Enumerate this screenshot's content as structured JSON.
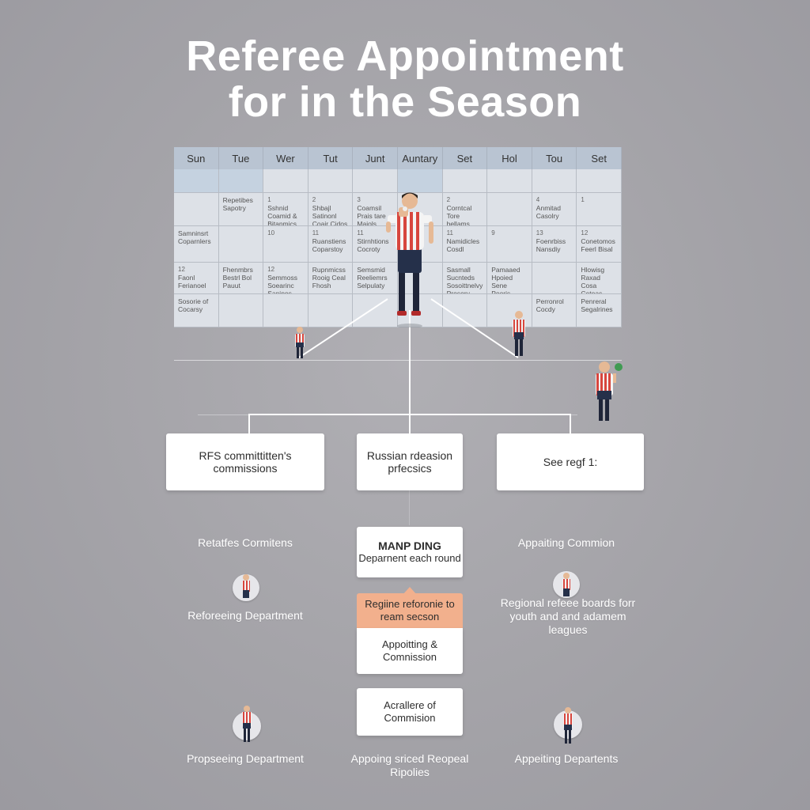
{
  "title": {
    "line1": "Referee Appointment",
    "line2": "for in the Season"
  },
  "calendar": {
    "days": [
      "Sun",
      "Tue",
      "Wer",
      "Tut",
      "Junt",
      "Auntary",
      "Set",
      "Hol",
      "Tou",
      "Set"
    ],
    "cells": [
      {
        "col": 1,
        "row": 2,
        "text": "Repetibes Sapotry"
      },
      {
        "col": 2,
        "row": 2,
        "num": "1",
        "text": "Sshnid Coamid & Bitanmics Sourie"
      },
      {
        "col": 3,
        "row": 2,
        "num": "2",
        "text": "Shbajl Satinonl Coair Cidos Sourig"
      },
      {
        "col": 4,
        "row": 2,
        "num": "3",
        "text": "Coamsil Prais tare Maiols"
      },
      {
        "col": 6,
        "row": 2,
        "num": "2",
        "text": "Corntcal Tore bellams"
      },
      {
        "col": 8,
        "row": 2,
        "num": "4",
        "text": "Anmitad Casolry"
      },
      {
        "col": 9,
        "row": 2,
        "num": "1",
        "text": ""
      },
      {
        "col": 0,
        "row": 3,
        "text": "Samninsrt Coparnlers"
      },
      {
        "col": 2,
        "row": 3,
        "num": "10",
        "text": ""
      },
      {
        "col": 3,
        "row": 3,
        "num": "11",
        "text": "Ruanstiens Coparstoy"
      },
      {
        "col": 4,
        "row": 3,
        "num": "11",
        "text": "Stirnhtions Cocroty"
      },
      {
        "col": 6,
        "row": 3,
        "num": "11",
        "text": "Namidicles Cosdl"
      },
      {
        "col": 7,
        "row": 3,
        "num": "9",
        "text": ""
      },
      {
        "col": 8,
        "row": 3,
        "num": "13",
        "text": "Foenrbiss Nansdiy"
      },
      {
        "col": 9,
        "row": 3,
        "num": "12",
        "text": "Conetomos Feerl Bisal"
      },
      {
        "col": 0,
        "row": 4,
        "num": "12",
        "text": "Faonl Ferianoel"
      },
      {
        "col": 1,
        "row": 4,
        "text": "Fhenmbrs Bestrl Bol Pauut"
      },
      {
        "col": 2,
        "row": 4,
        "num": "12",
        "text": "Semmoss Soearinc Saninos"
      },
      {
        "col": 3,
        "row": 4,
        "text": "Rupnmicss Rooig Ceal Fhosh"
      },
      {
        "col": 4,
        "row": 4,
        "text": "Semsmid Reeliemrs Selpulaty"
      },
      {
        "col": 6,
        "row": 4,
        "text": "Sasmall Sucnteds Sosoittnelvy Prosory"
      },
      {
        "col": 7,
        "row": 4,
        "text": "Pamaaed Hpoied Sene Pooris"
      },
      {
        "col": 9,
        "row": 4,
        "text": "Hlowisg Raxad Cosa Cetoas"
      },
      {
        "col": 0,
        "row": 5,
        "text": "Sosorie of Cocarsy"
      },
      {
        "col": 8,
        "row": 5,
        "text": "Perronrol Cocdy"
      },
      {
        "col": 9,
        "row": 5,
        "text": "Penreral Segalrines"
      }
    ]
  },
  "boxes": {
    "left": "RFS committitten's commissions",
    "center": "Russian rdeasion prfecsics",
    "right": "See regf 1:",
    "manp_title": "MANP DING",
    "manp_sub": "Deparnent each round",
    "orange": "Regiine reforonie to ream secson",
    "appoint1": "Appoitting & Comnission",
    "accralle": "Acrallere of Commision"
  },
  "labels": {
    "left1": "Retatfes Cormitens",
    "left2": "Reforeeing Department",
    "left3": "Propseeing Department",
    "right1": "Appaiting Commion",
    "right2": "Regional refeee boards forr youth and and adamem leagues",
    "right3": "Appeiting Departents",
    "bottom_center": "Appoing sriced Reopeal Ripolies"
  },
  "colors": {
    "background": "#a4a3a8",
    "box": "#ffffff",
    "orange_box": "#f2b08d",
    "calendar_header": "#b9c4d2",
    "calendar_cell": "#dde1e7",
    "jersey_red": "#d7463e",
    "shorts": "#25304a"
  },
  "icons": [
    "referee-figure",
    "whistle-icon",
    "flag-icon",
    "referee-avatar"
  ]
}
